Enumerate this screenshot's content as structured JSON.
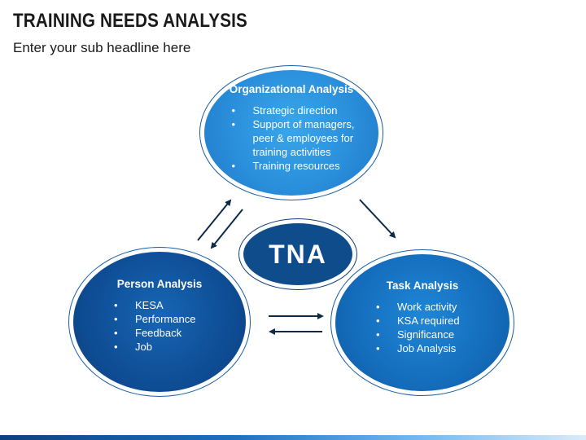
{
  "header": {
    "title": "TRAINING NEEDS ANALYSIS",
    "subtitle": "Enter your sub headline here"
  },
  "center": {
    "label": "TNA"
  },
  "nodes": {
    "organizational": {
      "title": "Organizational Analysis",
      "items": [
        "Strategic direction",
        "Support of managers,",
        "peer & employees for",
        "training activities",
        "Training resources"
      ]
    },
    "person": {
      "title": "Person Analysis",
      "items": [
        "KESA",
        "Performance",
        "Feedback",
        "Job"
      ]
    },
    "task": {
      "title": "Task Analysis",
      "items": [
        "Work activity",
        "KSA required",
        "Significance",
        "Job Analysis"
      ]
    }
  },
  "colors": {
    "org_fill": "#2a8fdc",
    "task_fill": "#156fbe",
    "person_fill": "#0f4f98",
    "tna_fill": "#0f4c8c",
    "arrow": "#0d2a4a"
  }
}
